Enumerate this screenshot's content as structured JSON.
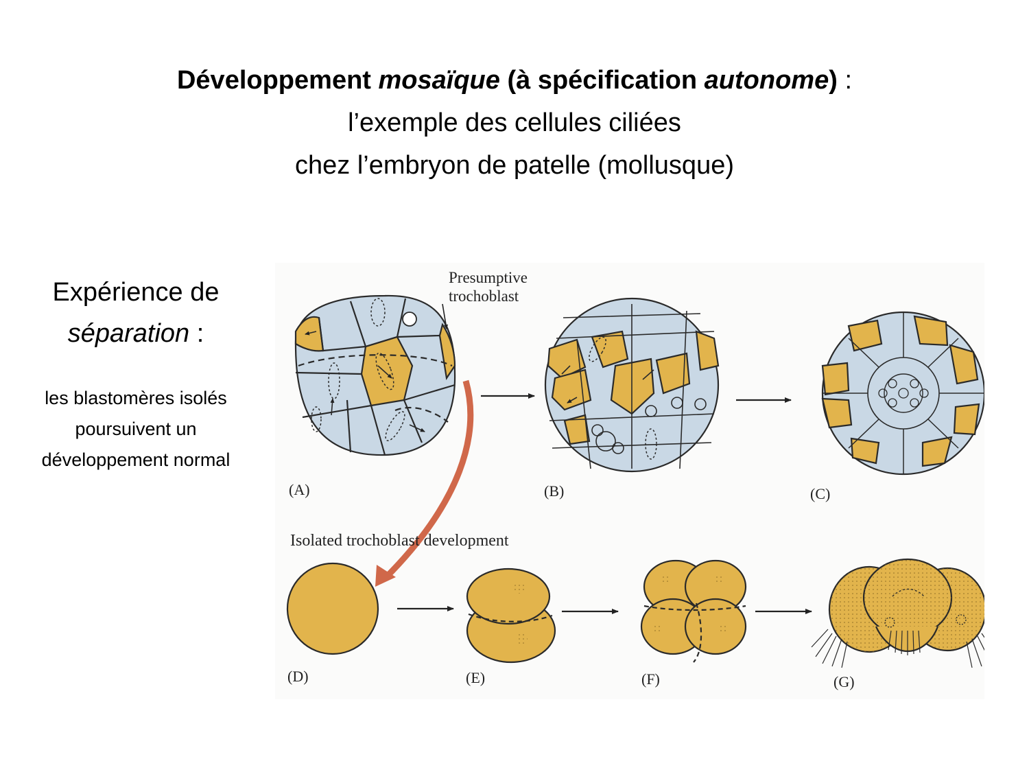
{
  "title": {
    "line1": {
      "w1": "Développement",
      "w2": "mosaïque",
      "w3": "(à spécification",
      "w4": "autonome",
      "w5": ")",
      "w6": " :"
    },
    "line2": "l’exemple des cellules ciliées",
    "line3": "chez l’embryon de patelle (mollusque)"
  },
  "sidebar": {
    "heading_line1": "Expérience de",
    "heading_italic": "séparation",
    "heading_colon": " :",
    "desc_line1": "les blastomères isolés",
    "desc_line2": "poursuivent un",
    "desc_line3": "développement normal"
  },
  "figure": {
    "presumptive_line1": "Presumptive",
    "presumptive_line2": "trochoblast",
    "isolated_label": "Isolated trochoblast development",
    "panel_labels": {
      "a": "(A)",
      "b": "(B)",
      "c": "(C)",
      "d": "(D)",
      "e": "(E)",
      "f": "(F)",
      "g": "(G)"
    },
    "colors": {
      "trochoblast": "#e2b44c",
      "blastomere": "#c9d8e5",
      "outline": "#2a2a2a",
      "isolation_arrow": "#d0684a"
    }
  }
}
